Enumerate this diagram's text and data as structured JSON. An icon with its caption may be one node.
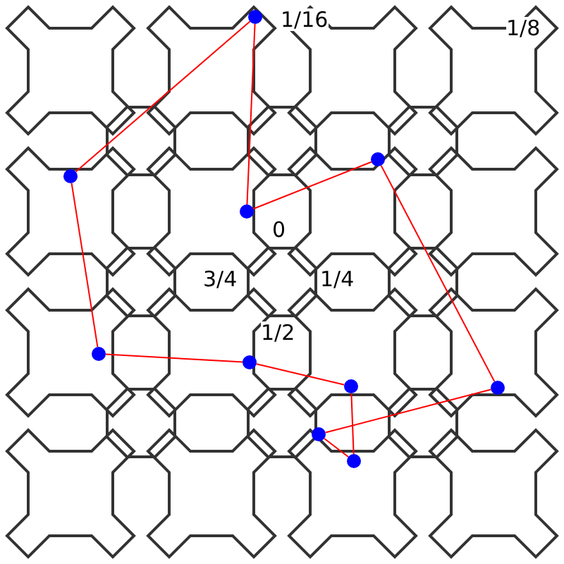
{
  "diagram": {
    "nodes": [
      {
        "text": [],
        "shape": "circle"
      },
      {
        "text": [],
        "shape": "circle"
      },
      {
        "text": [],
        "shape": "circle"
      },
      {
        "text": [],
        "shape": "circle"
      },
      {
        "text": [],
        "shape": "circle"
      },
      {
        "text": [],
        "shape": "circle"
      },
      {
        "text": [],
        "shape": "circle"
      },
      {
        "text": [],
        "shape": "circle"
      },
      {
        "text": [],
        "shape": "circle"
      },
      {
        "text": [],
        "shape": "circle"
      }
    ],
    "edges": [
      {
        "from": 3,
        "to": 0,
        "arrow": "none"
      },
      {
        "from": 0,
        "to": 2,
        "arrow": "none"
      },
      {
        "from": 2,
        "to": 4,
        "arrow": "none"
      },
      {
        "from": 4,
        "to": 5,
        "arrow": "none"
      },
      {
        "from": 5,
        "to": 6,
        "arrow": "none"
      },
      {
        "from": 6,
        "to": 9,
        "arrow": "none"
      },
      {
        "from": 9,
        "to": 8,
        "arrow": "none"
      },
      {
        "from": 8,
        "to": 7,
        "arrow": "none"
      },
      {
        "from": 7,
        "to": 1,
        "arrow": "none"
      },
      {
        "from": 1,
        "to": 3,
        "arrow": "none"
      }
    ],
    "labels": [
      "1/16",
      "1/8",
      "0",
      "3/4",
      "1/4",
      "1/2"
    ]
  }
}
